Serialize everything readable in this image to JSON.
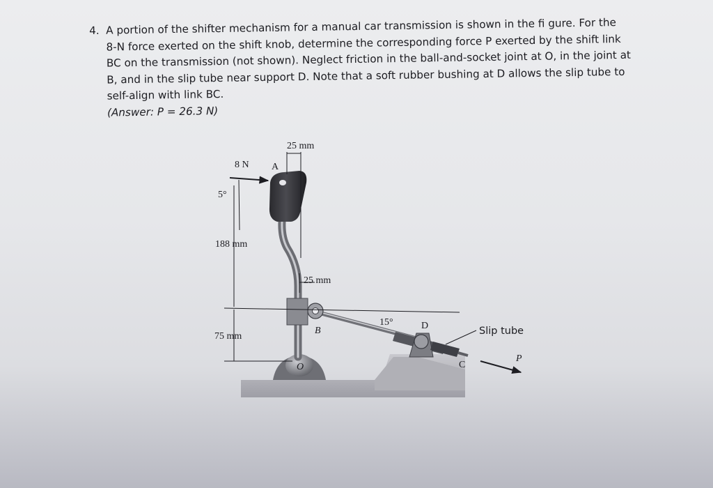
{
  "problem": {
    "number": "4.",
    "lines": [
      "A portion of the shifter mechanism for a manual car transmission is shown in the fi gure. For the",
      "8-N force exerted on the shift knob, determine the corresponding force P exerted by the shift link",
      "BC on the transmission (not shown). Neglect friction in the ball-and-socket joint at O, in the joint at",
      "B, and in the slip tube near support D. Note that a soft rubber bushing at D allows the slip tube to",
      "self-align with link BC."
    ],
    "answer": "(Answer: P = 26.3 N)"
  },
  "figure": {
    "labels": {
      "force": "8 N",
      "point_a": "A",
      "angle_top": "5°",
      "dim_top": "25 mm",
      "dim_vertical_long": "188 mm",
      "dim_mid": "25 mm",
      "angle_link": "15°",
      "point_d": "D",
      "point_b": "B",
      "dim_vertical_short": "75 mm",
      "point_o": "O",
      "point_c": "C",
      "slip_tube": "Slip tube",
      "force_p": "P"
    }
  }
}
